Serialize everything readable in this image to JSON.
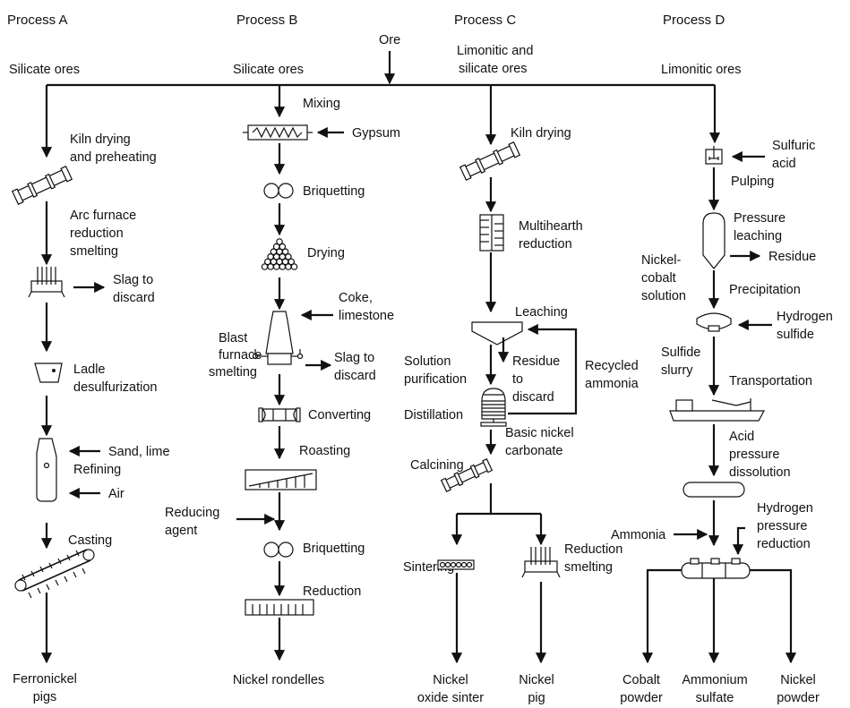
{
  "headers": {
    "process_a": "Process A",
    "process_b": "Process B",
    "process_c": "Process C",
    "process_d": "Process D"
  },
  "feed": {
    "ore": "Ore",
    "silicate_a": "Silicate ores",
    "silicate_b": "Silicate ores",
    "limonitic_silicate": [
      "Limonitic and",
      "silicate ores"
    ],
    "limonitic_d": "Limonitic ores"
  },
  "process_a": {
    "kiln": [
      "Kiln drying",
      "and preheating"
    ],
    "arc": [
      "Arc furnace",
      "reduction",
      "smelting"
    ],
    "slag": [
      "Slag to",
      "discard"
    ],
    "ladle": [
      "Ladle",
      "desulfurization"
    ],
    "sand_lime": "Sand, lime",
    "refining": "Refining",
    "air": "Air",
    "casting": "Casting",
    "product": [
      "Ferronickel",
      "pigs"
    ]
  },
  "process_b": {
    "mixing": "Mixing",
    "gypsum": "Gypsum",
    "briquetting1": "Briquetting",
    "drying": "Drying",
    "coke": [
      "Coke,",
      "limestone"
    ],
    "blast": [
      "Blast",
      "furnace",
      "smelting"
    ],
    "slag": [
      "Slag to",
      "discard"
    ],
    "converting": "Converting",
    "roasting": "Roasting",
    "reducing_agent": [
      "Reducing",
      "agent"
    ],
    "briquetting2": "Briquetting",
    "reduction": "Reduction",
    "product": "Nickel rondelles"
  },
  "process_c": {
    "kiln": "Kiln drying",
    "multihearth": [
      "Multihearth",
      "reduction"
    ],
    "leaching": "Leaching",
    "solution": [
      "Solution",
      "purification"
    ],
    "residue": [
      "Residue",
      "to",
      "discard"
    ],
    "recycled": [
      "Recycled",
      "ammonia"
    ],
    "distillation": "Distillation",
    "basic": [
      "Basic nickel",
      "carbonate"
    ],
    "calcining": "Calcining",
    "sintering": "Sintering",
    "reduction_smelting": [
      "Reduction",
      "smelting"
    ],
    "product1": [
      "Nickel",
      "oxide sinter"
    ],
    "product2": [
      "Nickel",
      "pig"
    ]
  },
  "process_d": {
    "sulfuric": [
      "Sulfuric",
      "acid"
    ],
    "pulping": "Pulping",
    "pressure_leaching": [
      "Pressure",
      "leaching"
    ],
    "residue": "Residue",
    "ni_co_solution": [
      "Nickel-",
      "cobalt",
      "solution"
    ],
    "precipitation": "Precipitation",
    "h2s": [
      "Hydrogen",
      "sulfide"
    ],
    "sulfide_slurry": [
      "Sulfide",
      "slurry"
    ],
    "transportation": "Transportation",
    "acid_pressure": [
      "Acid",
      "pressure",
      "dissolution"
    ],
    "ammonia": "Ammonia",
    "h2_reduction": [
      "Hydrogen",
      "pressure",
      "reduction"
    ],
    "product1": [
      "Cobalt",
      "powder"
    ],
    "product2": [
      "Ammonium",
      "sulfate"
    ],
    "product3": [
      "Nickel",
      "powder"
    ]
  }
}
